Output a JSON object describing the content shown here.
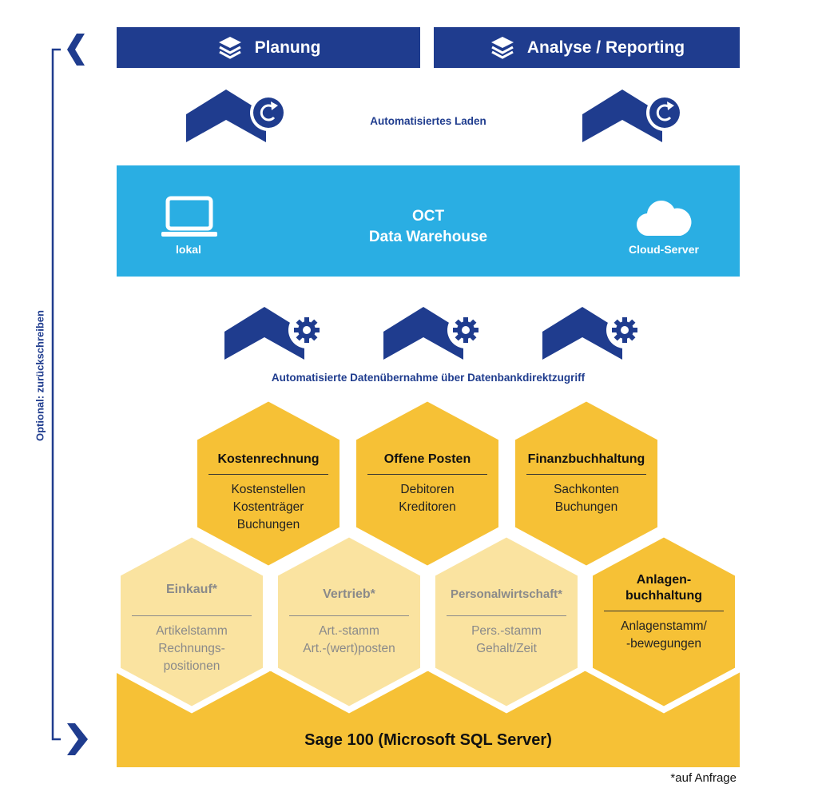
{
  "top_bars": [
    {
      "label": "Planung",
      "icon": "layers-icon"
    },
    {
      "label": "Analyse / Reporting",
      "icon": "layers-icon"
    }
  ],
  "load_caption": "Automatisiertes Laden",
  "warehouse": {
    "title_line1": "OCT",
    "title_line2": "Data Warehouse",
    "left_label": "lokal",
    "left_icon": "laptop-icon",
    "right_label": "Cloud-Server",
    "right_icon": "cloud-icon"
  },
  "transfer_caption": "Automatisierte Datenübernahme über Datenbankdirektzugriff",
  "modules_top": [
    {
      "title": "Kostenrechnung",
      "items": [
        "Kostenstellen",
        "Kostenträger",
        "Buchungen"
      ]
    },
    {
      "title": "Offene Posten",
      "items": [
        "Debitoren",
        "Kreditoren"
      ]
    },
    {
      "title": "Finanzbuchhaltung",
      "items": [
        "Sachkonten",
        "Buchungen"
      ]
    }
  ],
  "modules_bottom": [
    {
      "title": "Einkauf*",
      "items": [
        "Artikelstamm",
        "Rechnungs-",
        "positionen"
      ],
      "optional": true
    },
    {
      "title": "Vertrieb*",
      "items": [
        "Art.-stamm",
        "Art.-(wert)posten"
      ],
      "optional": true
    },
    {
      "title": "Personalwirtschaft*",
      "items": [
        "Pers.-stamm",
        "Gehalt/Zeit"
      ],
      "optional": true
    },
    {
      "title": "Anlagen-\nbuchhaltung",
      "title_lines": [
        "Anlagen-",
        "buchhaltung"
      ],
      "items": [
        "Anlagenstamm/",
        "-bewegungen"
      ],
      "optional": false
    }
  ],
  "base_label": "Sage 100 (Microsoft SQL Server)",
  "side_label": "Optional: zurückschreiben",
  "footnote": "*auf Anfrage",
  "colors": {
    "navy": "#1f3c8e",
    "sky": "#2aaee3",
    "gold": "#f6c136",
    "light_gold": "#fae3a0"
  }
}
